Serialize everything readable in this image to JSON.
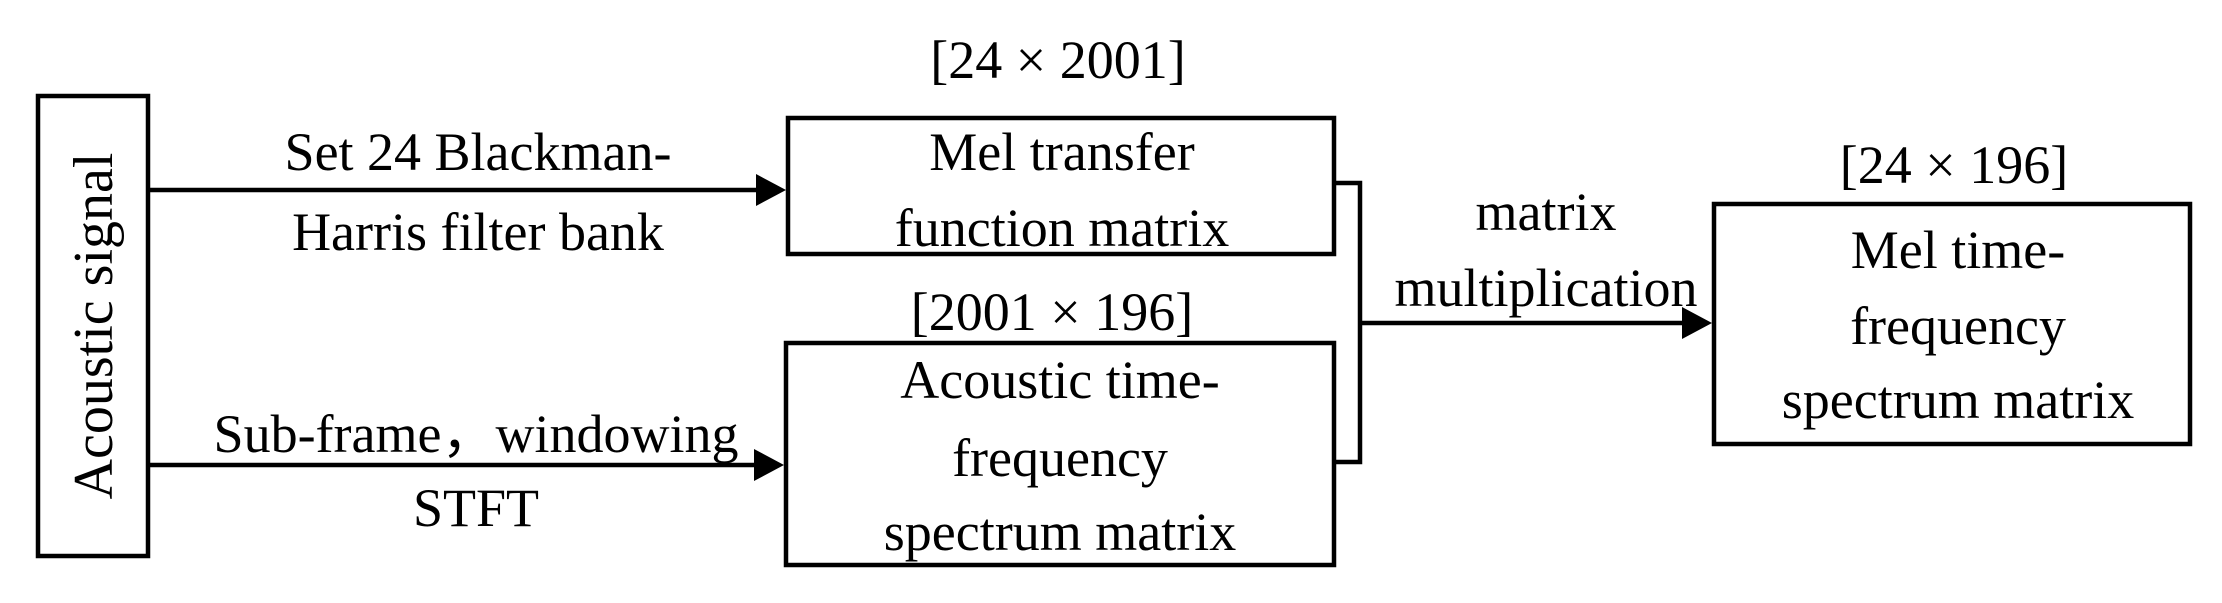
{
  "input": {
    "label": "Acoustic signal"
  },
  "upper_branch": {
    "operation": [
      "Set 24 Blackman-",
      "Harris filter bank"
    ],
    "box_lines": [
      "Mel transfer",
      "function matrix"
    ],
    "dimension": "[24 × 2001]"
  },
  "lower_branch": {
    "operation": [
      "Sub-frame，windowing",
      "STFT"
    ],
    "box_lines": [
      "Acoustic time-",
      "frequency",
      "spectrum matrix"
    ],
    "dimension": "[2001 × 196]"
  },
  "combine": {
    "operation": [
      "matrix",
      "multiplication"
    ]
  },
  "output": {
    "box_lines": [
      "Mel time-",
      "frequency",
      "spectrum matrix"
    ],
    "dimension": "[24 × 196]"
  }
}
